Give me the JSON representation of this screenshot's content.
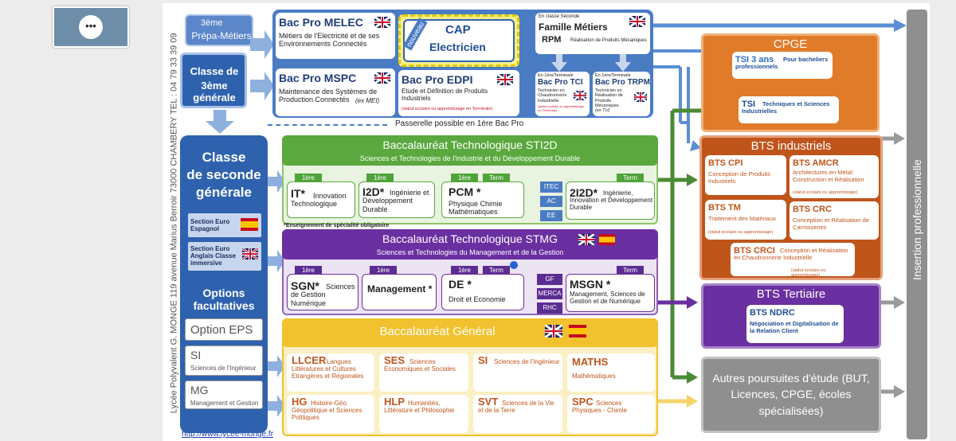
{
  "side_text": "Lycée Polyvalent G. MONGE  119 avenue Marius Berroir 73000 CHAMBERY  TEL : 04 79 33 39 09",
  "website": "http://www.lycee-monge.fr",
  "left": {
    "prepa_sup": "3ème",
    "prepa": "Prépa-Métiers",
    "classe3_a": "Classe de",
    "classe3_b": "3ème générale",
    "seconde_a": "Classe",
    "seconde_b": "de seconde",
    "seconde_c": "générale",
    "euro_es": "Section Euro Espagnol",
    "euro_en": "Section Euro Anglais Classe immersive",
    "options_title": "Options facultatives",
    "opt_eps": "Option EPS",
    "opt_si": "SI",
    "opt_si_sub": "Sciences de l'Ingénieur",
    "opt_mg": "MG",
    "opt_mg_sub": "Management et Gestion"
  },
  "bacpro": {
    "melec_title": "Bac Pro MELEC",
    "melec_sub": "Métiers de l'Electricité et de ses Environnements Connectés",
    "cap_badge": "nouveau",
    "cap_title": "CAP",
    "cap_sub": "Electricien",
    "famille_small": "En classe Seconde",
    "famille_title": "Famille Métiers",
    "famille_rpm": "RPM",
    "famille_rpm_sub": "Réalisation de Produits Mécaniques",
    "mspc_title": "Bac Pro MSPC",
    "mspc_sub": "Maintenance des Systèmes de Production Connectés",
    "mspc_note": "(ex MEI)",
    "edpi_title": "Bac Pro EDPI",
    "edpi_sub": "Etude et Définition de Produits Industriels",
    "edpi_note": "(statut scolaire ou apprentissage en Terminale)",
    "tci_small": "En 1ère/Terminale",
    "tci_title": "Bac Pro TCI",
    "tci_sub": "Technicien en Chaudronnerie Industrielle",
    "tci_note": "(statut scolaire ou apprentissage en Terminale)",
    "trpm_small": "En 1ère/Terminale",
    "trpm_title": "Bac Pro TRPM",
    "trpm_sub": "Technicien en Réalisation de Produits Mécaniques",
    "trpm_note": "(ex TU)",
    "passerelle": "Passerelle possible en 1ère Bac Pro"
  },
  "sti2d": {
    "title": "Baccalauréat Technologique STI2D",
    "subtitle": "Sciences et Technologies de l'industrie et du Développement Durable",
    "it_tag": "1ère",
    "it_title": "IT*",
    "it_sub": "Innovation Technologique",
    "i2d_tag": "1ère",
    "i2d_title": "I2D*",
    "i2d_sub": "Ingénierie et Développement Durable",
    "pcm_tag1": "1ère",
    "pcm_tag2": "Term",
    "pcm_title": "PCM *",
    "pcm_sub": "Physique Chimie Mathématiques",
    "itec": "ITEC",
    "ac": "AC",
    "ee": "EE",
    "i2d2_tag": "Term",
    "i2d2_title": "2I2D*",
    "i2d2_sub": "Ingénierie, Innovation et Développement Durable",
    "note": "*Enseignement de spécialité obligatoire"
  },
  "stmg": {
    "title": "Baccalauréat Technologique STMG",
    "subtitle": "Sciences et Technologies du Management et de la Gestion",
    "sgn_tag": "1ère",
    "sgn_title": "SGN*",
    "sgn_sub": "Sciences de Gestion Numérique",
    "mgt_tag": "1ère",
    "mgt_title": "Management *",
    "de_tag1": "1ère",
    "de_tag2": "Term",
    "de_title": "DE *",
    "de_sub": "Droit et Economie",
    "gf": "GF",
    "merca": "MERCA",
    "rhc": "RHC",
    "msgn_tag": "Term",
    "msgn_title": "MSGN *",
    "msgn_sub": "Management, Sciences de Gestion et de Numérique"
  },
  "general": {
    "title": "Baccalauréat Général",
    "llcer": "LLCER",
    "llcer_sub": "Langues Littératures et Cultures Etrangères et Régionales",
    "ses": "SES",
    "ses_sub": "Sciences Economiques et Sociales",
    "si": "SI",
    "si_sub": "Sciences de l'Ingénieur",
    "maths": "MATHS",
    "maths_sub": "Mathématiques",
    "hg": "HG",
    "hg_sub": "Histoire-Géo Géopolitique et Sciences Politiques",
    "hlp": "HLP",
    "hlp_sub": "Humanités, Littérature et Philosophie",
    "svt": "SVT",
    "svt_sub": "Sciences de la Vie et de la Terre",
    "spc": "SPC",
    "spc_sub": "Sciences Physiques - Chimie"
  },
  "right": {
    "cpge_title": "CPGE",
    "tsi3_title": "TSI 3 ans",
    "tsi3_sub": "Pour bacheliers professionnels",
    "tsi_title": "TSI",
    "tsi_sub": "Techniques et Sciences Industrielles",
    "bts_ind_title": "BTS industriels",
    "cpi_title": "BTS CPI",
    "cpi_sub": "Conception de Produits Industriels",
    "amcr_title": "BTS AMCR",
    "amcr_sub": "Architectures en Métal: Construction et Réalisation",
    "amcr_note": "(statut scolaire ou apprentissage)",
    "tm_title": "BTS TM",
    "tm_sub": "Traitement des Matériaux",
    "tm_note": "(statut scolaire ou apprentissage)",
    "crc_title": "BTS CRC",
    "crc_sub": "Conception et Réalisation de Carrosseries",
    "crci_title": "BTS CRCI",
    "crci_sub": "Conception et Réalisation en Chaudronnerie Industrielle",
    "crci_note": "(statut scolaire ou apprentissage)",
    "bts_ter_title": "BTS Tertiaire",
    "ndrc_title": "BTS NDRC",
    "ndrc_sub": "Négociation et Digitalisation de la Relation Client",
    "autres": "Autres poursuites d'étude (BUT, Licences, CPGE, écoles spécialisées)",
    "insertion": "Insertion professionnelle"
  },
  "colors": {
    "blue": "#4a7cc4",
    "green": "#5aa83e",
    "purple": "#6a2fa0",
    "yellow": "#f2c12e",
    "orange": "#e07b2a",
    "rust": "#c0551c",
    "grey": "#8f8f8f",
    "darkblue": "#1f4e96"
  }
}
